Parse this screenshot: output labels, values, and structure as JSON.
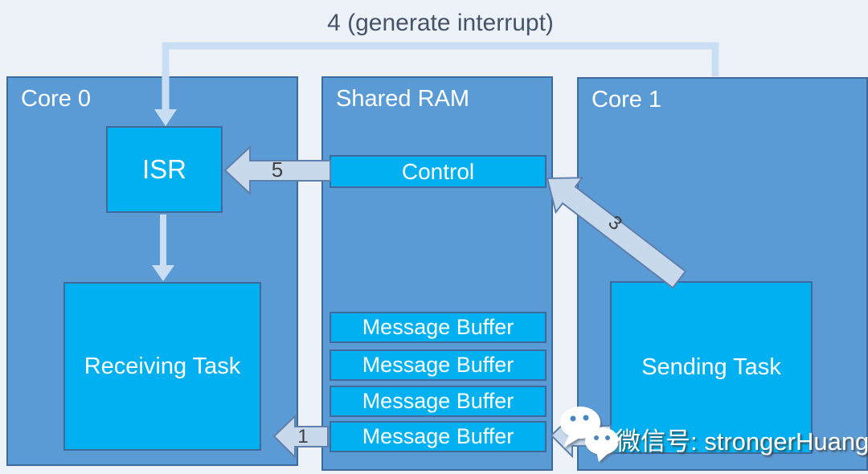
{
  "diagram": {
    "title_arrow_label": "4 (generate interrupt)",
    "panels": {
      "core0": {
        "title": "Core 0",
        "isr": "ISR",
        "receiving_task": "Receiving Task"
      },
      "shared_ram": {
        "title": "Shared RAM",
        "control": "Control",
        "message_buffers": [
          "Message Buffer",
          "Message Buffer",
          "Message Buffer",
          "Message Buffer"
        ]
      },
      "core1": {
        "title": "Core 1",
        "sending_task": "Sending Task"
      }
    },
    "arrow_labels": {
      "step1": "1",
      "step3": "3",
      "step5": "5"
    }
  },
  "watermark": {
    "icon": "wechat-icon",
    "text": "微信号: strongerHuang"
  },
  "colors": {
    "background": "#edf1f8",
    "panel_fill": "#5b9bd5",
    "panel_border": "#3e6b9b",
    "box_fill": "#00b0f0",
    "box_text": "#ffffff",
    "block_arrow_fill": "#c8d9ec",
    "block_arrow_border": "#5f7fac",
    "line_arrow_fill": "#c9def2",
    "number_text": "#404040",
    "title_text": "#44546a"
  }
}
